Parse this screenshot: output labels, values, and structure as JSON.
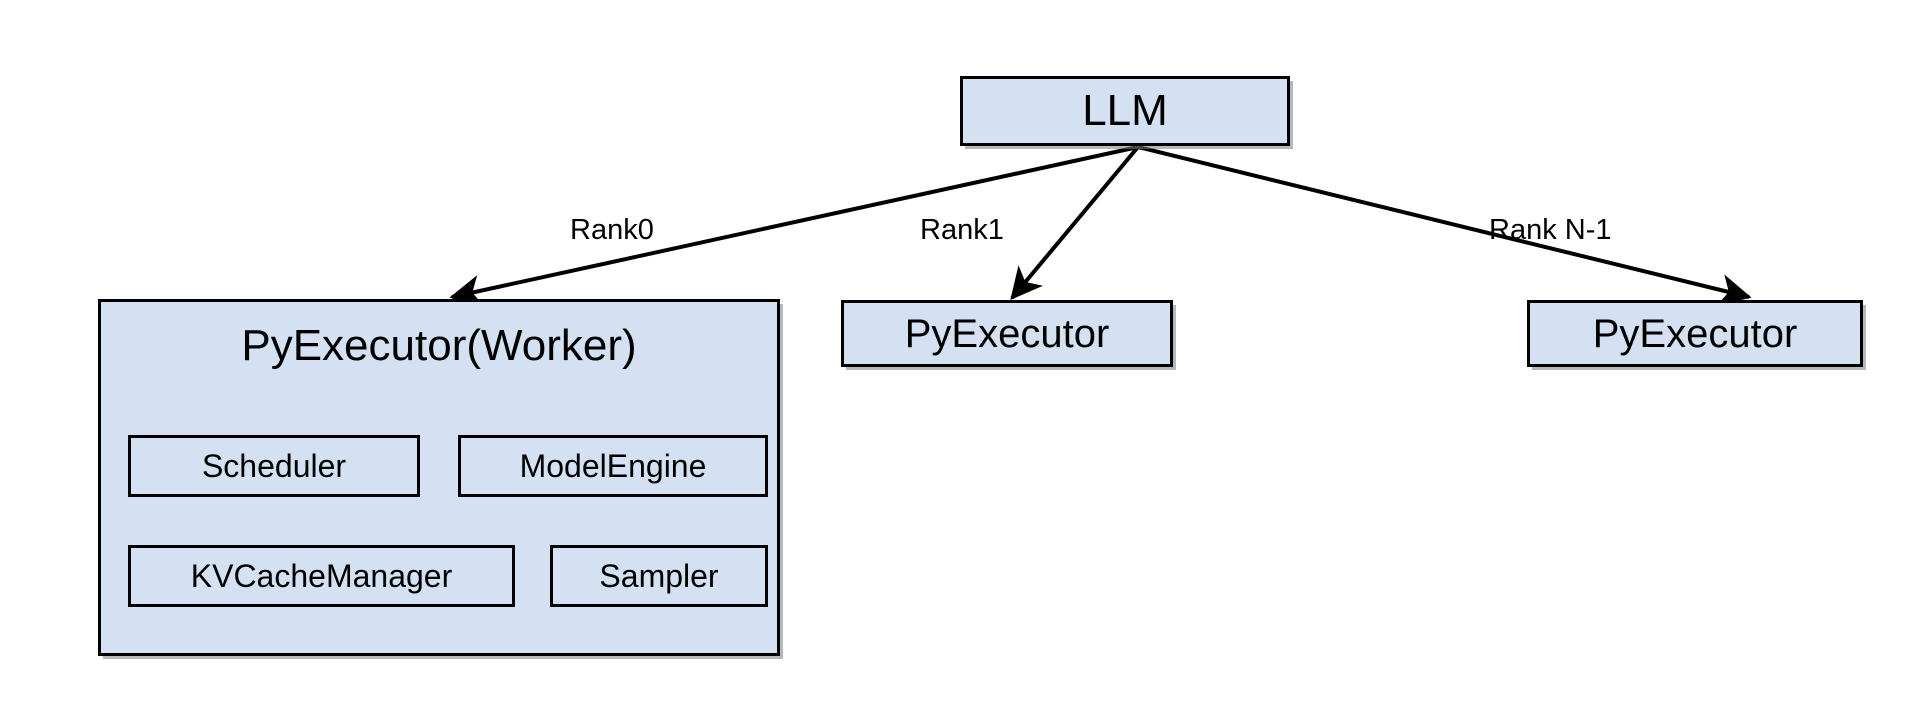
{
  "diagram": {
    "title_node": {
      "label": "LLM"
    },
    "theme": {
      "node_fill": "#d4e1f2",
      "node_border": "#000000",
      "edge_color": "#000000",
      "background": "#ffffff",
      "text_color": "#000000"
    },
    "nodes": [
      {
        "id": "llm",
        "label": "LLM"
      },
      {
        "id": "worker",
        "label": "PyExecutor(Worker)"
      },
      {
        "id": "pyexec1",
        "label": "PyExecutor"
      },
      {
        "id": "pyexecn",
        "label": "PyExecutor"
      }
    ],
    "worker_components": [
      {
        "id": "scheduler",
        "label": "Scheduler"
      },
      {
        "id": "modelengine",
        "label": "ModelEngine"
      },
      {
        "id": "kvcachemanager",
        "label": "KVCacheManager"
      },
      {
        "id": "sampler",
        "label": "Sampler"
      }
    ],
    "edges": [
      {
        "from": "llm",
        "to": "worker",
        "label": "Rank0"
      },
      {
        "from": "llm",
        "to": "pyexec1",
        "label": "Rank1"
      },
      {
        "from": "llm",
        "to": "pyexecn",
        "label": "Rank N-1"
      }
    ]
  }
}
